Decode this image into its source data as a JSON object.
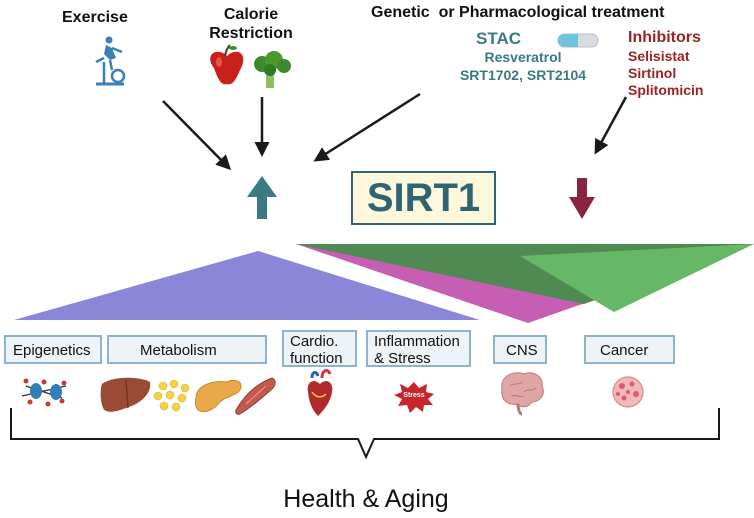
{
  "interventions": {
    "exercise": "Exercise",
    "calorie_line1": "Calorie",
    "calorie_line2": "Restriction",
    "genetic": "Genetic  or Pharmacological treatment",
    "stac": "STAC",
    "stac_list": [
      "Resveratrol",
      "SRT1702, SRT2104"
    ],
    "inhibitors": "Inhibitors",
    "inhibitor_list": [
      "Selisistat",
      "Sirtinol",
      "Splitomicin"
    ]
  },
  "center": {
    "label": "SIRT1"
  },
  "categories": {
    "epigenetics": "Epigenetics",
    "metabolism": "Metabolism",
    "cardio_line1": "Cardio.",
    "cardio_line2": "function",
    "inflammation_line1": "Inflammation",
    "inflammation_line2": "& Stress",
    "cns": "CNS",
    "cancer": "Cancer"
  },
  "stress_icon_text": "Stress",
  "footer": "Health & Aging",
  "colors": {
    "up_arrow": "#3a7a82",
    "down_arrow": "#8a2540",
    "blue_triangle": "#8c86d8",
    "magenta_triangle": "#c65fb4",
    "dark_green_triangle": "#4f8a52",
    "light_green_triangle": "#66b866"
  }
}
